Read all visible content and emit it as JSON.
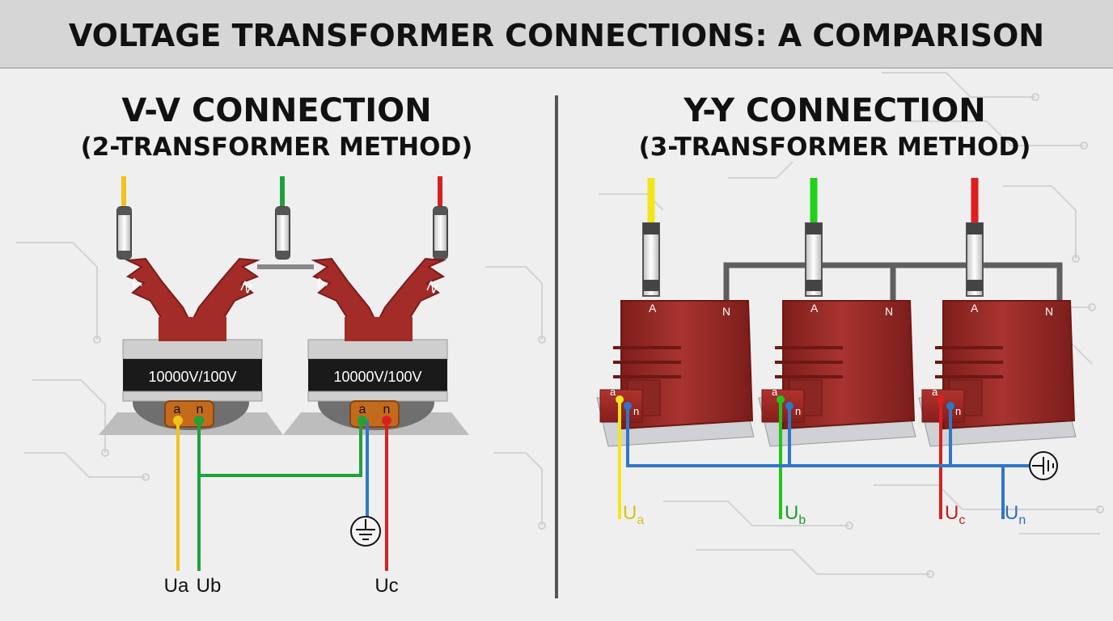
{
  "title": "VOLTAGE TRANSFORMER CONNECTIONS: A COMPARISON",
  "colors": {
    "phase_a": "#f2c21b",
    "phase_b": "#1fa23a",
    "phase_c": "#d92020",
    "neutral": "#2f77c8",
    "transformer_body": "#9b2a26",
    "title_bar": "#d6d6d6"
  },
  "left": {
    "heading": "V-V CONNECTION",
    "subheading": "(2-TRANSFORMER METHOD)",
    "transformers": [
      {
        "rating": "10000V/100V",
        "primary_a": "A",
        "primary_n": "N",
        "secondary_a": "a",
        "secondary_n": "n"
      },
      {
        "rating": "10000V/100V",
        "primary_a": "A",
        "primary_n": "N",
        "secondary_a": "a",
        "secondary_n": "n"
      }
    ],
    "outputs": {
      "ua": "Ua",
      "ub": "Ub",
      "uc": "Uc"
    },
    "ground_icon": "ground-icon"
  },
  "right": {
    "heading": "Y-Y CONNECTION",
    "subheading": "(3-TRANSFORMER METHOD)",
    "transformers": [
      {
        "primary_a": "A",
        "primary_n": "N",
        "secondary_a": "a",
        "secondary_n": "n"
      },
      {
        "primary_a": "A",
        "primary_n": "N",
        "secondary_a": "a",
        "secondary_n": "n"
      },
      {
        "primary_a": "A",
        "primary_n": "N",
        "secondary_a": "a",
        "secondary_n": "n"
      }
    ],
    "outputs": {
      "ua": {
        "main": "U",
        "sub": "a"
      },
      "ub": {
        "main": "U",
        "sub": "b"
      },
      "uc": {
        "main": "U",
        "sub": "c"
      },
      "un": {
        "main": "U",
        "sub": "n"
      }
    },
    "ground_icon": "ground-icon"
  }
}
